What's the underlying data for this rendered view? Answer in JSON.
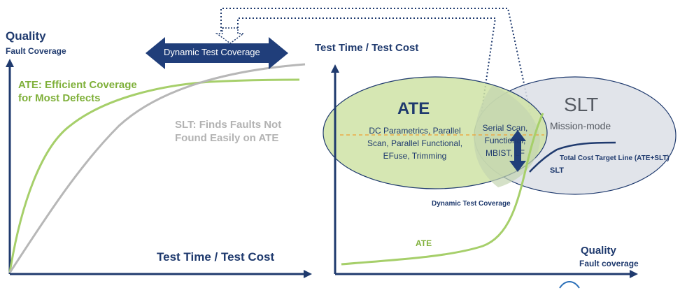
{
  "left_chart": {
    "y_title": "Quality",
    "y_subtitle": "Fault Coverage",
    "x_title": "Test Time / Test Cost",
    "ate_note_line1": "ATE: Efficient Coverage",
    "ate_note_line2": "for Most Defects",
    "slt_note_line1": "SLT: Finds Faults Not",
    "slt_note_line2": "Found Easily on ATE",
    "dynamic_label": "Dynamic Test Coverage"
  },
  "right_chart": {
    "y_title": "Test Time / Test Cost",
    "x_title": "Quality",
    "x_subtitle": "Fault coverage",
    "ate_ellipse_title": "ATE",
    "ate_ellipse_lines": [
      "DC Parametrics, Parallel",
      "Scan, Parallel Functional,",
      "EFuse, Trimming"
    ],
    "slt_ellipse_title": "SLT",
    "slt_ellipse_sub": "Mission-mode",
    "overlap_lines": [
      "Serial Scan,",
      "Functional,",
      "MBIST, LF"
    ],
    "total_cost_label": "Total Cost Target Line (ATE+SLT)",
    "slt_curve_label": "SLT",
    "ate_curve_label": "ATE",
    "dynamic_label": "Dynamic Test Coverage"
  },
  "colors": {
    "navy": "#1f3a6e",
    "ate_green": "#8dc63f",
    "slt_gray": "#b7b7b7",
    "ellipse_green": "#cfe3a6",
    "ellipse_gray": "#dcdfe6",
    "arrow_blue": "#203e7a",
    "dash_orange": "#f0a030"
  }
}
